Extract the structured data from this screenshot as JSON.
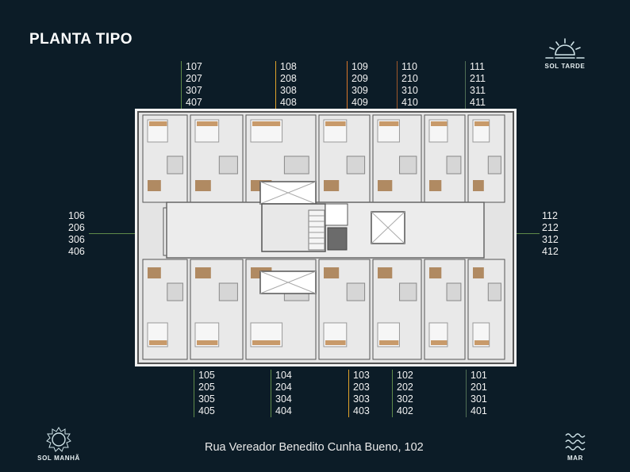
{
  "title": "PLANTA TIPO",
  "top_groups": [
    {
      "units": [
        "107",
        "207",
        "307",
        "407"
      ],
      "color": "#5f8a4a"
    },
    {
      "units": [
        "108",
        "208",
        "308",
        "408"
      ],
      "color": "#e0a22a"
    },
    {
      "units": [
        "109",
        "209",
        "309",
        "409"
      ],
      "color": "#d9772a"
    },
    {
      "units": [
        "110",
        "210",
        "310",
        "410"
      ],
      "color": "#4f6e55"
    },
    {
      "units": [
        "111",
        "211",
        "311",
        "411"
      ],
      "color": "#5f8a4a"
    }
  ],
  "bottom_groups": [
    {
      "units": [
        "105",
        "205",
        "305",
        "405"
      ],
      "color": "#5f8a4a"
    },
    {
      "units": [
        "104",
        "204",
        "304",
        "404"
      ],
      "color": "#5f8a4a"
    },
    {
      "units": [
        "103",
        "203",
        "303",
        "403"
      ],
      "color": "#e0a22a"
    },
    {
      "units": [
        "102",
        "202",
        "302",
        "402"
      ],
      "color": "#5f8a4a"
    },
    {
      "units": [
        "101",
        "201",
        "301",
        "401"
      ],
      "color": "#4f6e55"
    }
  ],
  "left_group": {
    "units": [
      "106",
      "206",
      "306",
      "406"
    ]
  },
  "right_group": {
    "units": [
      "112",
      "212",
      "312",
      "412"
    ]
  },
  "logos": {
    "sol_tarde": "SOL TARDE",
    "sol_manha": "SOL MANHÃ",
    "mar": "MAR"
  },
  "address": "Rua Vereador Benedito Cunha Bueno, 102"
}
